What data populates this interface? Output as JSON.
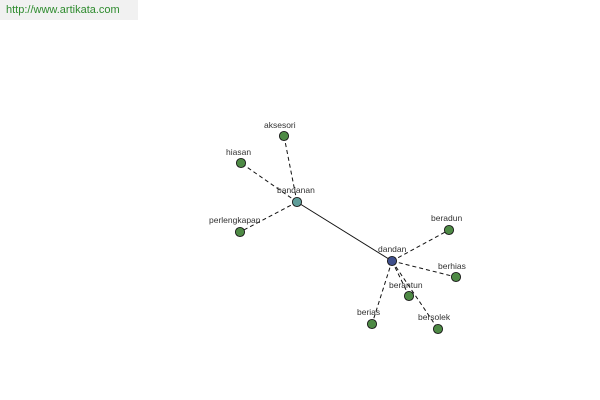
{
  "watermark": {
    "url_text": "http://www.artikata.com"
  },
  "colors": {
    "leaf_node": "#4e8a45",
    "hub_node": "#5f9e9a",
    "root_node": "#3f4f8c",
    "edge": "#111111",
    "label": "#333333"
  },
  "graph": {
    "nodes": [
      {
        "id": "dandan",
        "label": "dandan",
        "type": "root"
      },
      {
        "id": "bandanan",
        "label": "bandanan",
        "type": "hub"
      },
      {
        "id": "aksesori",
        "label": "aksesori",
        "type": "leaf"
      },
      {
        "id": "hiasan",
        "label": "hiasan",
        "type": "leaf"
      },
      {
        "id": "perlengkapan",
        "label": "perlengkapan",
        "type": "leaf"
      },
      {
        "id": "beradun",
        "label": "beradun",
        "type": "leaf"
      },
      {
        "id": "berhias",
        "label": "berhias",
        "type": "leaf"
      },
      {
        "id": "berantun",
        "label": "berantun",
        "type": "leaf"
      },
      {
        "id": "berias",
        "label": "berias",
        "type": "leaf"
      },
      {
        "id": "bersolek",
        "label": "bersolek",
        "type": "leaf"
      }
    ],
    "edges": [
      {
        "from": "bandanan",
        "to": "dandan",
        "style": "solid"
      },
      {
        "from": "bandanan",
        "to": "aksesori",
        "style": "dashed"
      },
      {
        "from": "bandanan",
        "to": "hiasan",
        "style": "dashed"
      },
      {
        "from": "bandanan",
        "to": "perlengkapan",
        "style": "dashed"
      },
      {
        "from": "dandan",
        "to": "beradun",
        "style": "dashed"
      },
      {
        "from": "dandan",
        "to": "berhias",
        "style": "dashed"
      },
      {
        "from": "dandan",
        "to": "berantun",
        "style": "dashed"
      },
      {
        "from": "dandan",
        "to": "berias",
        "style": "dashed"
      },
      {
        "from": "dandan",
        "to": "bersolek",
        "style": "dashed"
      }
    ]
  }
}
